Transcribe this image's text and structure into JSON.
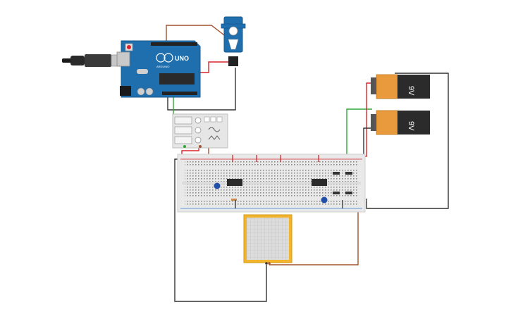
{
  "arduino": {
    "brand": "ARDUINO",
    "model": "UNO"
  },
  "batteries": [
    {
      "label": "9V"
    },
    {
      "label": "9V"
    }
  ],
  "colors": {
    "wire_red": "#d9252a",
    "wire_black": "#333333",
    "wire_green": "#2ea836",
    "wire_brown": "#a0522d",
    "wire_yellow": "#e8c21a",
    "wire_blue": "#2f7fd1",
    "wire_orange": "#f08a24",
    "arduino_blue": "#1f6fae",
    "battery_orange": "#e89a3c",
    "battery_black": "#2b2b2b",
    "breadboard": "#e9e9e9",
    "lcd_frame": "#f2b42a"
  },
  "icons": {
    "usb": "usb-plug-icon",
    "servo": "servo-motor-icon",
    "function_generator": "function-generator-icon",
    "display": "lcd-display-icon"
  }
}
